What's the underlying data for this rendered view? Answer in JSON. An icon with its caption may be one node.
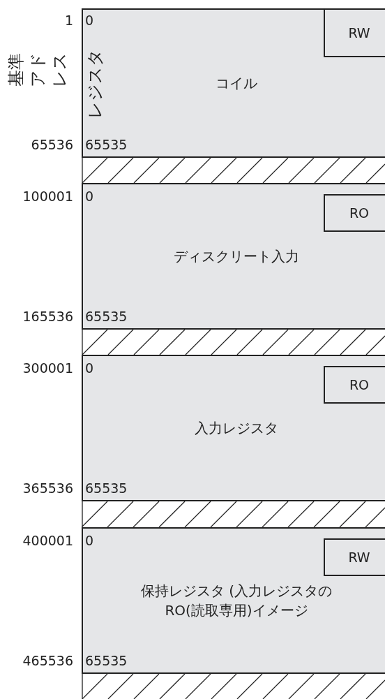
{
  "diagram": {
    "nodes": [
      {
        "text": [
          "コイル"
        ]
      },
      {
        "text": [
          "RW"
        ],
        "in": 0
      },
      {
        "text": [
          "ディスクリート入力"
        ]
      },
      {
        "text": [
          "RO"
        ],
        "in": 2
      },
      {
        "text": [
          "入力レジスタ"
        ]
      },
      {
        "text": [
          "RO"
        ],
        "in": 4
      },
      {
        "text": [
          "保持レジスタ (入力レジスタのRO(読取専用)イメージ"
        ]
      },
      {
        "text": [
          "RW"
        ],
        "in": 6
      }
    ],
    "labels": [
      "1",
      "0",
      "基準アドレス",
      "レジスタ",
      "65536",
      "65535",
      "100001",
      "0",
      "165536",
      "65535",
      "300001",
      "0",
      "365536",
      "65535",
      "400001",
      "0",
      "465536",
      "65535"
    ]
  }
}
